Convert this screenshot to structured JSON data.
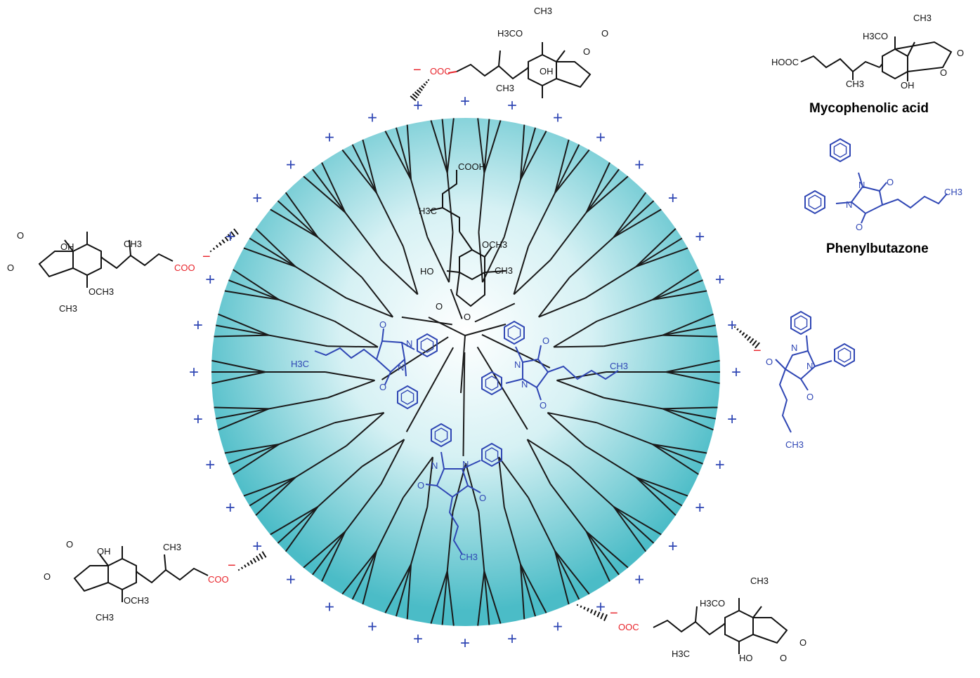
{
  "legend": {
    "drug1": {
      "name": "Mycophenolic acid",
      "formula_left": "HOOC"
    },
    "drug2": {
      "name": "Phenylbutazone"
    }
  },
  "atoms": {
    "cooh": "COOH",
    "coo": "COO",
    "ooc": "OOC",
    "h3c": "H3C",
    "ch3": "CH3",
    "och3": "OCH3",
    "h3co": "H3CO",
    "oh": "OH",
    "ho": "HO",
    "o": "O",
    "n": "N",
    "minus": "−",
    "plus": "+"
  },
  "colors": {
    "dendrimer_edge": "#4bbcc7",
    "dendrimer_center": "#ffffff",
    "mpa": "#111111",
    "pbz": "#2f46b4",
    "charge_negative": "#e8232a",
    "charge_positive": "#2f46b4"
  }
}
